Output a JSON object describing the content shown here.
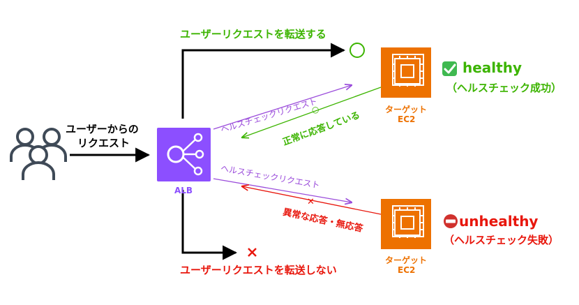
{
  "colors": {
    "black": "#000000",
    "green": "#3cb400",
    "red": "#e8160c",
    "purple": "#9b4ddb",
    "alb": "#8c4fff",
    "ec2": "#ed7100",
    "check_box": "#3fb950",
    "stop_icon": "#d0312d",
    "icon_gray": "#3f4a57"
  },
  "icons": {
    "users": "users-group-icon",
    "alb": "load-balancer-icon",
    "ec2": "chip-icon",
    "healthy": "check-mark-icon",
    "unhealthy": "no-entry-icon",
    "forward_end": "circle-icon",
    "block_end": "cross-icon"
  },
  "labels": {
    "user_request": [
      "ユーザーからの",
      "リクエスト"
    ],
    "alb": "ALB",
    "forward": "ユーザーリクエストを転送する",
    "no_forward": "ユーザーリクエストを転送しない",
    "health_req_top": "ヘルスチェックリクエスト",
    "health_req_bottom": "ヘルスチェックリクエスト",
    "normal_reply_mark": "○",
    "normal_reply": "正常に応答している",
    "abnormal_reply_mark": "✕",
    "abnormal_reply": "異常な応答・無応答",
    "target_top": [
      "ターゲット",
      "EC2"
    ],
    "target_bottom": [
      "ターゲット",
      "EC2"
    ],
    "healthy": "healthy",
    "healthy_sub": "（ヘルスチェック成功）",
    "unhealthy": "unhealthy",
    "unhealthy_sub": "（ヘルスチェック失敗）"
  }
}
